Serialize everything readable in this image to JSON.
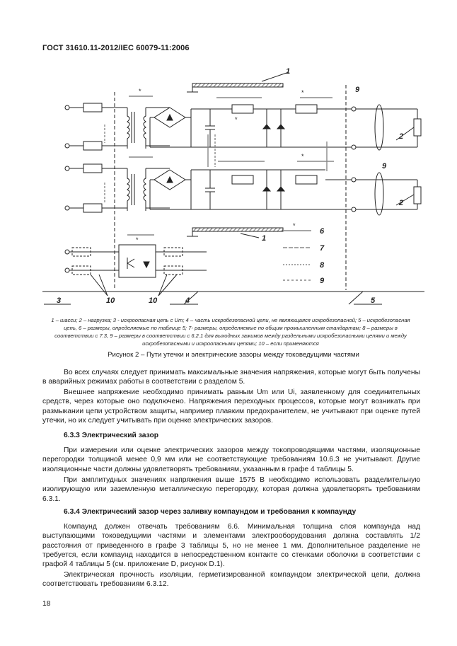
{
  "header": {
    "standard": "ГОСТ 31610.11-2012/IEC 60079-11:2006"
  },
  "figure": {
    "labels": [
      "1",
      "1",
      "2",
      "2",
      "3",
      "4",
      "5",
      "6",
      "7",
      "8",
      "9",
      "9",
      "9",
      "10",
      "10"
    ],
    "star": "*",
    "legend_text": "1 – шасси; 2 – нагрузка; 3 - искроопасная цепь с Um; 4 – часть искробезопасной цепи, не являющаяся искробезопасной; 5 – искробезопасная цепь, 6 – размеры, определяемые по таблице 5; 7- размеры, определяемые по общим промышленным стандартам; 8 – размеры в соответствии с 7.3, 9 – размеры в соответствии с 6.2.1 для выходных зажимов между раздельными искробезопасными цепями и между искробезопасными и искроопасными цепями; 10 – если применяются",
    "caption": "Рисунок 2 – Пути утечки и электрические зазоры между токоведущими частями"
  },
  "body": {
    "p1": "Во всех случаях следует принимать максимальные значения напряжения, которые могут быть получены в аварийных режимах работы в соответствии с разделом 5.",
    "p2": "Внешнее напряжение необходимо принимать равным Um или Ui, заявленному для соединительных средств, через которые оно подключено. Напряжения переходных процессов, которые могут возникать при размыкании цепи устройством защиты, например плавким предохранителем, не учитывают при оценке путей утечки, но их следует учитывать при оценке электрических зазоров.",
    "h1": "6.3.3 Электрический зазор",
    "p3": "При измерении или оценке электрических зазоров между токопроводящими частями, изоляционные перегородки толщиной менее 0,9 мм или не соответствующие требованиям 10.6.3 не учитывают. Другие изоляционные части должны удовлетворять требованиям, указанным в графе 4 таблицы 5.",
    "p4": "При амплитудных значениях напряжения выше 1575 В необходимо использовать разделительную изолирующую или заземленную металлическую перегородку, которая должна удовлетворять требованиям 6.3.1.",
    "h2": "6.3.4 Электрический зазор через заливку компаундом и требования к компаунду",
    "p5": "Компаунд должен отвечать требованиям 6.6. Минимальная толщина слоя компаунда над выступающими токоведущими частями и элементами электрооборудования должна составлять 1/2 расстояния от приведенного в графе 3 таблицы 5, но не менее 1 мм. Дополнительное разделение не требуется, если компаунд находится в непосредственном контакте со стенками оболочки в соответствии с графой 4 таблицы 5 (см. приложение D, рисунок D.1).",
    "p6": "Электрическая прочность изоляции, герметизированной компаундом электрической цепи, должна соответствовать требованиям 6.3.12."
  },
  "page_number": "18"
}
